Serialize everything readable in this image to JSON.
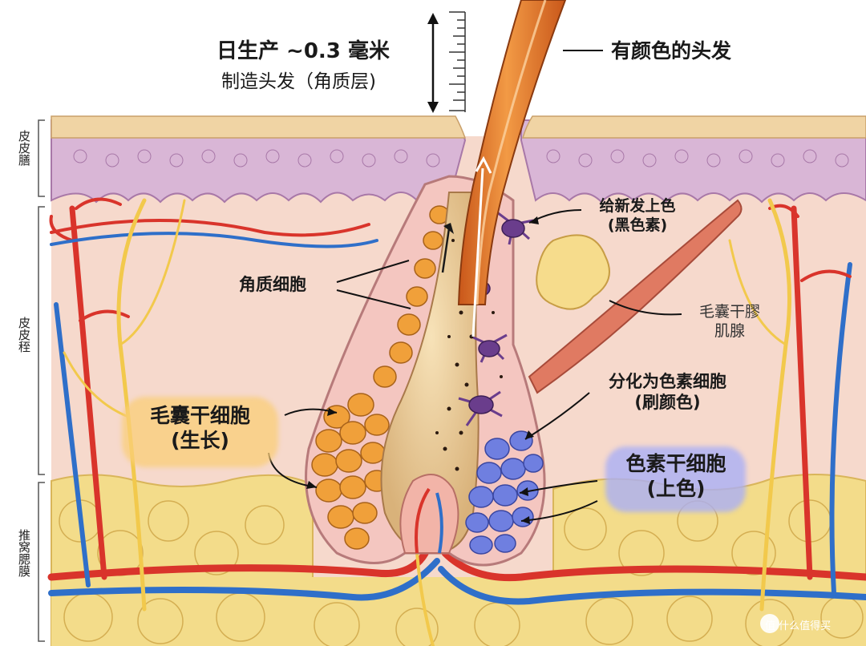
{
  "header": {
    "rate": "日生产 ~0.3 毫米",
    "rate_sub": "制造头发（角质层)"
  },
  "labels": {
    "colored_hair": "有颜色的头发",
    "keratinocytes": "角质细胞",
    "color_new_hair_l1": "给新发上色",
    "color_new_hair_l2": "(黑色素)",
    "muscle_l1": "毛囊干膠",
    "muscle_l2": "肌腺",
    "differentiate_l1": "分化为色素细胞",
    "differentiate_l2": "(刷颜色)",
    "hair_stem_l1": "毛囊干细胞",
    "hair_stem_l2": "(生长)",
    "pigment_stem_l1": "色素干细胞",
    "pigment_stem_l2": "(上色)"
  },
  "side_labels": {
    "epidermis": "皮皮膳",
    "dermis": "皮皮秷",
    "hypodermis": "推窝腮膜"
  },
  "watermark": "值 什么值得买",
  "colors": {
    "skin": "#f6d9cc",
    "epidermis": "#d9b6d6",
    "fat": "#f3dc8a",
    "hair": "#e8822e",
    "artery": "#d9342b",
    "vein": "#2f6fc9",
    "nerve": "#f2c94c",
    "stem_orange": "#f0a03a",
    "stem_blue": "#6f7fe0",
    "melanocyte": "#6a3d8c"
  }
}
